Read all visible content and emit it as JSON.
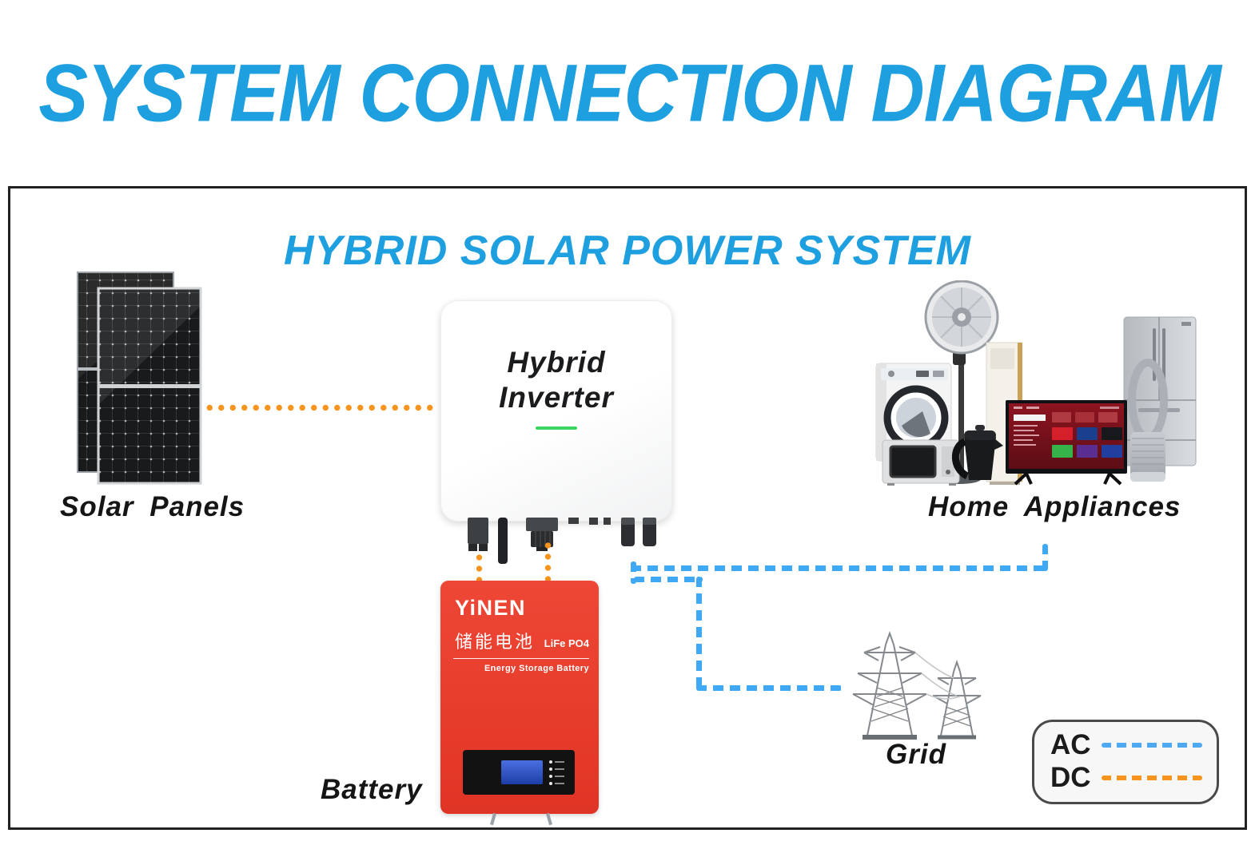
{
  "title": "SYSTEM CONNECTION DIAGRAM",
  "diagram": {
    "subtitle": "HYBRID SOLAR POWER SYSTEM",
    "nodes": {
      "solar_panels": {
        "label": "Solar Panels"
      },
      "inverter": {
        "line1": "Hybrid",
        "line2": "Inverter"
      },
      "home_appliances": {
        "label": "Home Appliances"
      },
      "grid": {
        "label": "Grid"
      },
      "battery": {
        "label": "Battery",
        "brand": "YiNEN",
        "chinese_name": "储能电池",
        "chemistry": "LiFe PO4",
        "subtitle": "Energy Storage Battery"
      }
    },
    "legend": {
      "ac_label": "AC",
      "dc_label": "DC"
    },
    "colors": {
      "heading_blue": "#1E9FE0",
      "ac_blue": "#3FA9F5",
      "dc_orange": "#F7941D",
      "battery_red": "#E8402F",
      "inverter_led_green": "#3FD45F"
    }
  }
}
